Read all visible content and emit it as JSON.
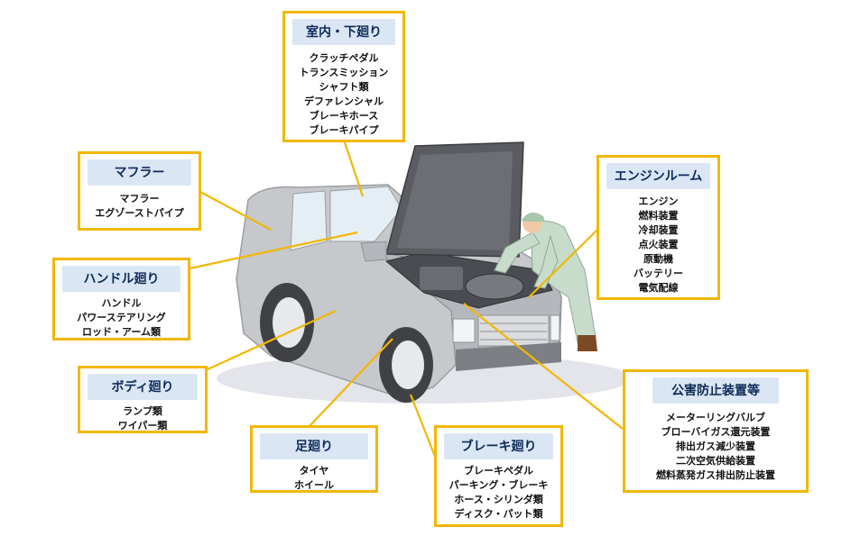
{
  "colors": {
    "border": "#f2b705",
    "header_bg": "#dbe6f5",
    "header_text": "#0b2a57",
    "leader_line": "#f2b705",
    "car_body": "#c6c8cb",
    "mechanic_suit": "#c8dccb"
  },
  "icons": [
    "car-illustration",
    "mechanic-illustration"
  ],
  "boxes": {
    "shitsunai": {
      "title": "室内・下廻り",
      "items": [
        "クラッチペダル",
        "トランスミッション",
        "シャフト類",
        "デファレンシャル",
        "ブレーキホース",
        "ブレーキパイプ"
      ]
    },
    "muffler": {
      "title": "マフラー",
      "items": [
        "マフラー",
        "エグゾーストパイプ"
      ]
    },
    "handle": {
      "title": "ハンドル廻り",
      "items": [
        "ハンドル",
        "パワーステアリング",
        "ロッド・アーム類"
      ]
    },
    "body": {
      "title": "ボディ廻り",
      "items": [
        "ランプ類",
        "ワイパー類"
      ]
    },
    "ashi": {
      "title": "足廻り",
      "items": [
        "タイヤ",
        "ホイール"
      ]
    },
    "brake": {
      "title": "ブレーキ廻り",
      "items": [
        "ブレーキペダル",
        "パーキング・ブレーキ",
        "ホース・シリンダ類",
        "ディスク・パット類"
      ]
    },
    "engine": {
      "title": "エンジンルーム",
      "items": [
        "エンジン",
        "燃料装置",
        "冷却装置",
        "点火装置",
        "原動機",
        "バッテリー",
        "電気配線"
      ]
    },
    "kougai": {
      "title": "公害防止装置等",
      "items": [
        "メーターリングバルブ",
        "ブローバイガス還元装置",
        "排出ガス減少装置",
        "二次空気供給装置",
        "燃料蒸発ガス排出防止装置"
      ]
    }
  }
}
